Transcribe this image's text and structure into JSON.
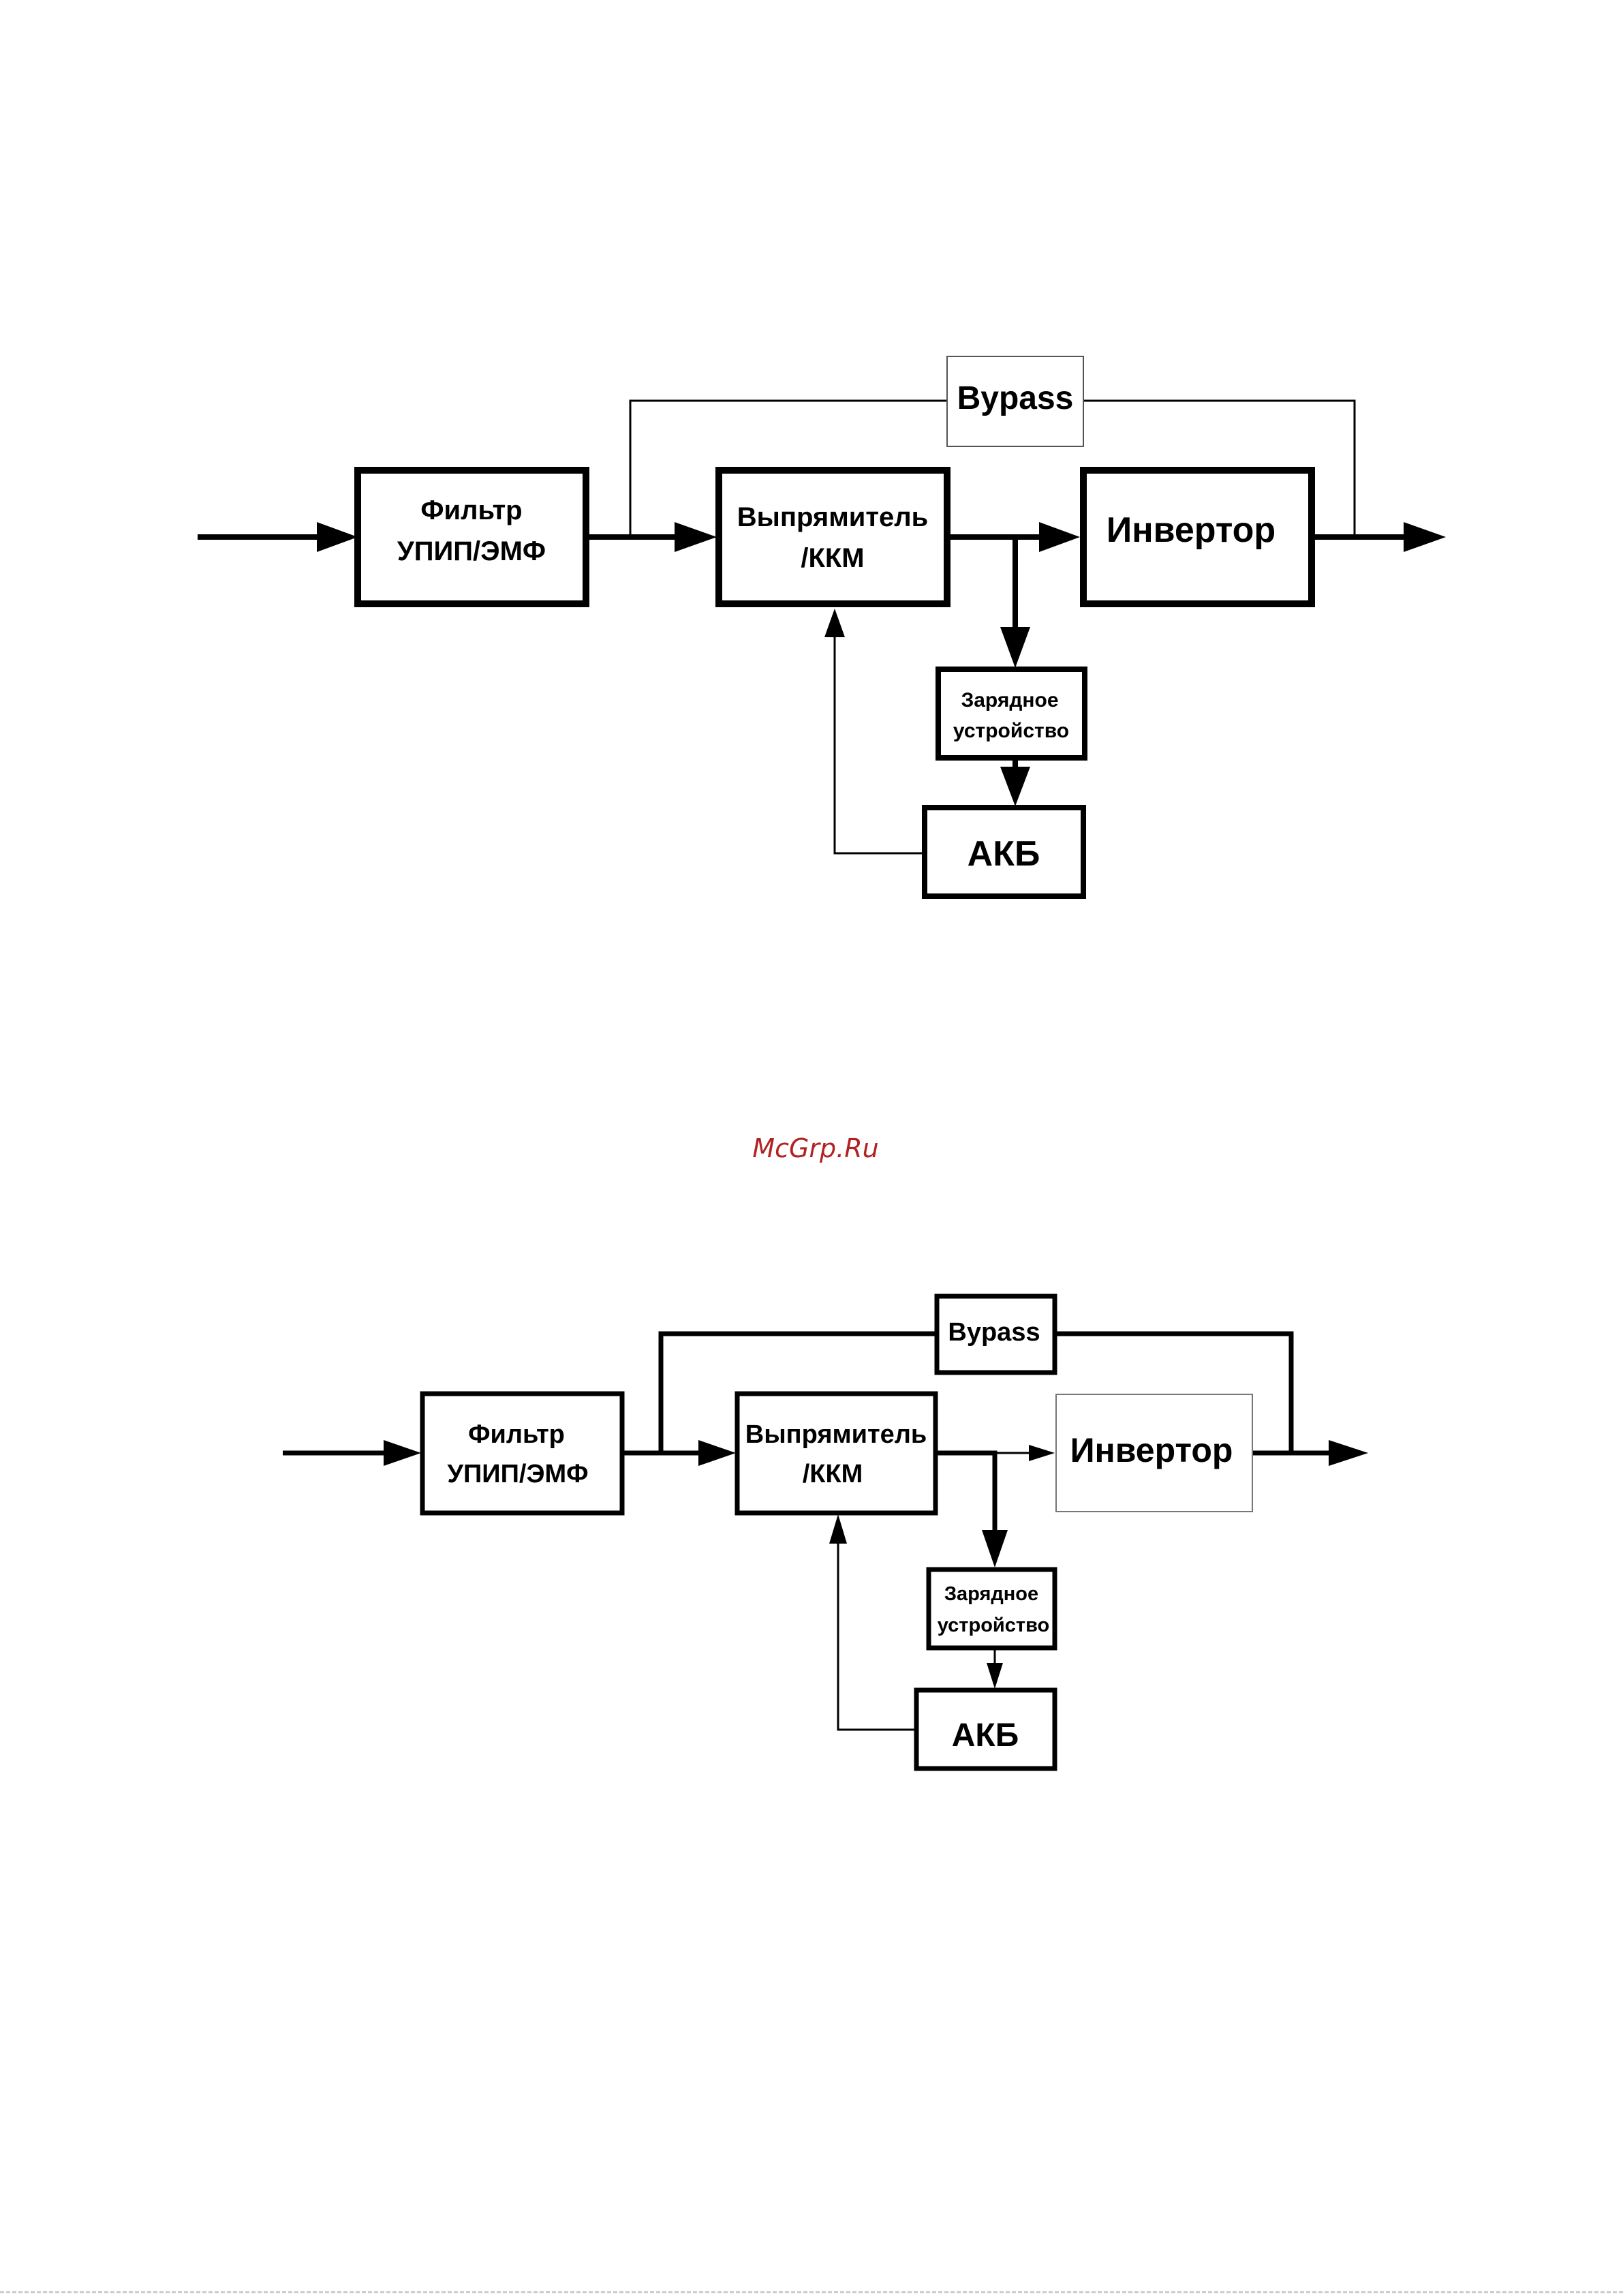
{
  "diagrams": [
    {
      "bypass": "Bypass",
      "filter_line1": "Фильтр",
      "filter_line2": "УПИП/ЭМФ",
      "rectifier_line1": "Выпрямитель",
      "rectifier_line2": "/ККМ",
      "inverter": "Инвертор",
      "charger_line1": "Зарядное",
      "charger_line2": "устройство",
      "battery": "АКБ"
    },
    {
      "bypass": "Bypass",
      "filter_line1": "Фильтр",
      "filter_line2": "УПИП/ЭМФ",
      "rectifier_line1": "Выпрямитель",
      "rectifier_line2": "/ККМ",
      "inverter": "Инвертор",
      "charger_line1": "Зарядное",
      "charger_line2": "устройство",
      "battery": "АКБ"
    }
  ],
  "watermark": "McGrp.Ru"
}
